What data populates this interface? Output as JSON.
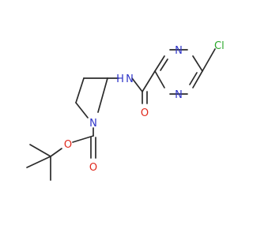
{
  "atoms": {
    "cl": "Cl",
    "n_ring_top": "N",
    "n_ring_bottom": "N",
    "n_amide": "N",
    "h_amide": "H",
    "o_carbonyl": "O",
    "n_pyrrolidine": "N",
    "o_ester_double": "O",
    "o_ester_single": "O"
  },
  "colors": {
    "bond": "#2b2b2b",
    "nitrogen": "#2d33c8",
    "oxygen": "#e0281c",
    "chlorine": "#2aa82a"
  }
}
